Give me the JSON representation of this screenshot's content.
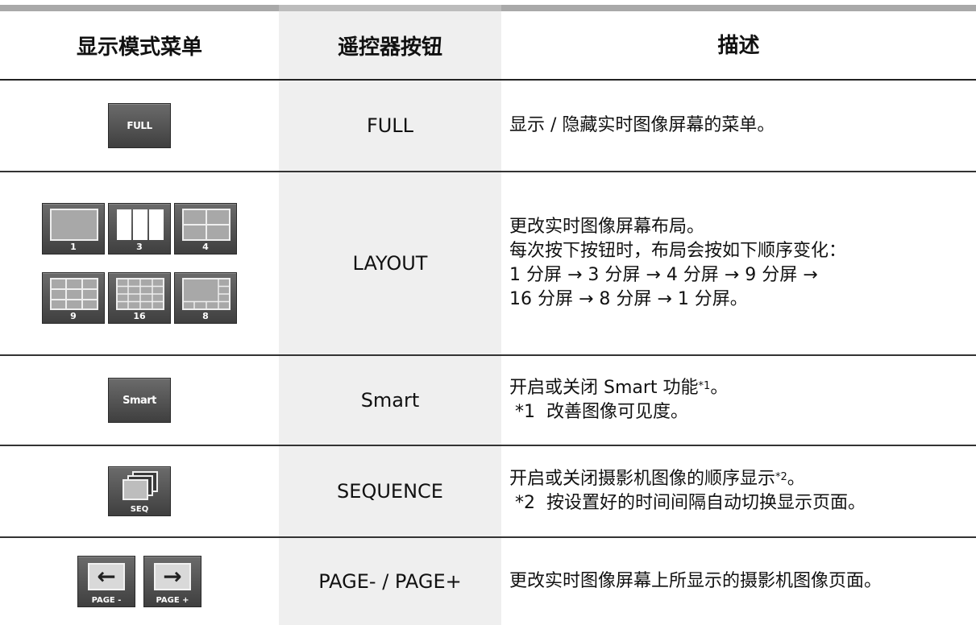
{
  "header": {
    "col1": "显示模式菜单",
    "col2": "遥控器按钮",
    "col3": "描述"
  },
  "rows": [
    {
      "icon_label": "FULL",
      "button": "FULL",
      "desc_lines": [
        "显示 / 隐藏实时图像屏幕的菜单。"
      ]
    },
    {
      "icons": [
        "1",
        "3",
        "4",
        "9",
        "16",
        "8"
      ],
      "button": "LAYOUT",
      "desc_lines": [
        "更改实时图像屏幕布局。",
        "每次按下按钮时，布局会按如下顺序变化：",
        "1 分屏 → 3 分屏 → 4 分屏 → 9 分屏 →",
        "16 分屏 → 8 分屏 → 1 分屏。"
      ]
    },
    {
      "icon_label": "Smart",
      "button": "Smart",
      "desc_line1": "开启或关闭 Smart 功能",
      "desc_sup": "*1",
      "desc_line1_end": "。",
      "desc_note": " *1  改善图像可见度。"
    },
    {
      "icon_label": "SEQ",
      "button": "SEQUENCE",
      "desc_line1": "开启或关闭摄影机图像的顺序显示",
      "desc_sup": "*2",
      "desc_line1_end": "。",
      "desc_note": " *2  按设置好的时间间隔自动切换显示页面。"
    },
    {
      "icon_labels": [
        "PAGE -",
        "PAGE +"
      ],
      "icon_arrows": [
        "←",
        "→"
      ],
      "button": "PAGE- / PAGE+",
      "desc_lines": [
        "更改实时图像屏幕上所显示的摄影机图像页面。"
      ]
    }
  ],
  "colors": {
    "top_bar": "#a9a9a9",
    "mid_column_bg": "#efefef",
    "icon_bg": "#4f4f4f",
    "rule": "#222222"
  }
}
